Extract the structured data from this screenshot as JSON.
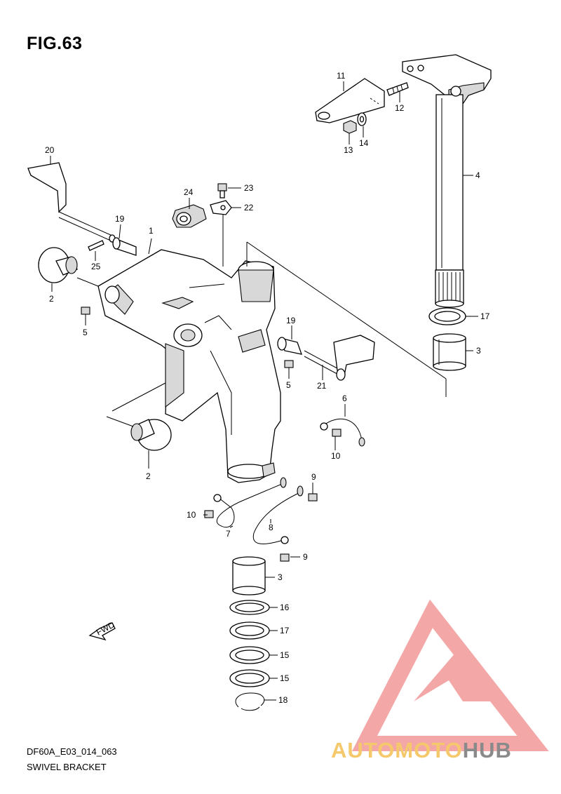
{
  "figure": {
    "title": "FIG.63",
    "code": "DF60A_E03_014_063",
    "name": "SWIVEL BRACKET"
  },
  "callouts": [
    "1",
    "2",
    "2",
    "3",
    "3",
    "4",
    "5",
    "5",
    "6",
    "7",
    "8",
    "9",
    "9",
    "10",
    "10",
    "11",
    "12",
    "13",
    "14",
    "15",
    "15",
    "16",
    "17",
    "17",
    "18",
    "19",
    "19",
    "20",
    "21",
    "22",
    "23",
    "24",
    "25"
  ],
  "direction_marker": "FWD",
  "watermark": {
    "text_left": "AUTOMOTO",
    "text_right": "HUB",
    "color_left": "#f5c96b",
    "color_right": "#8a8a8a",
    "logo_color": "#f08a8a"
  }
}
